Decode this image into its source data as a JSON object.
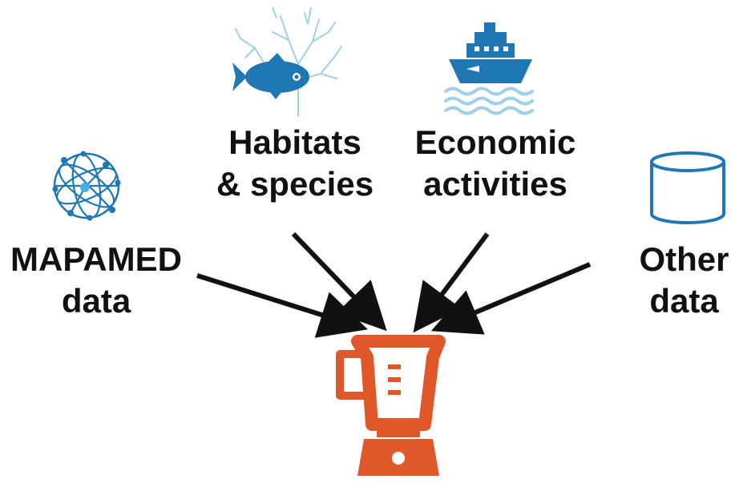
{
  "sources": {
    "mapamed": {
      "line1": "MAPAMED",
      "line2": "data",
      "icon": "network-globe-icon"
    },
    "habitats": {
      "line1": "Habitats",
      "line2": "& species",
      "icon": "fish-coral-icon"
    },
    "economic": {
      "line1": "Economic",
      "line2": "activities",
      "icon": "ship-waves-icon"
    },
    "other": {
      "line1": "Other",
      "line2": "data",
      "icon": "database-cylinder-icon"
    }
  },
  "target": {
    "icon": "blender-icon"
  },
  "colors": {
    "text": "#111111",
    "arrow": "#111111",
    "blue_dark": "#1f78b4",
    "blue_light": "#9fd0ea",
    "blender": "#e0582a"
  }
}
